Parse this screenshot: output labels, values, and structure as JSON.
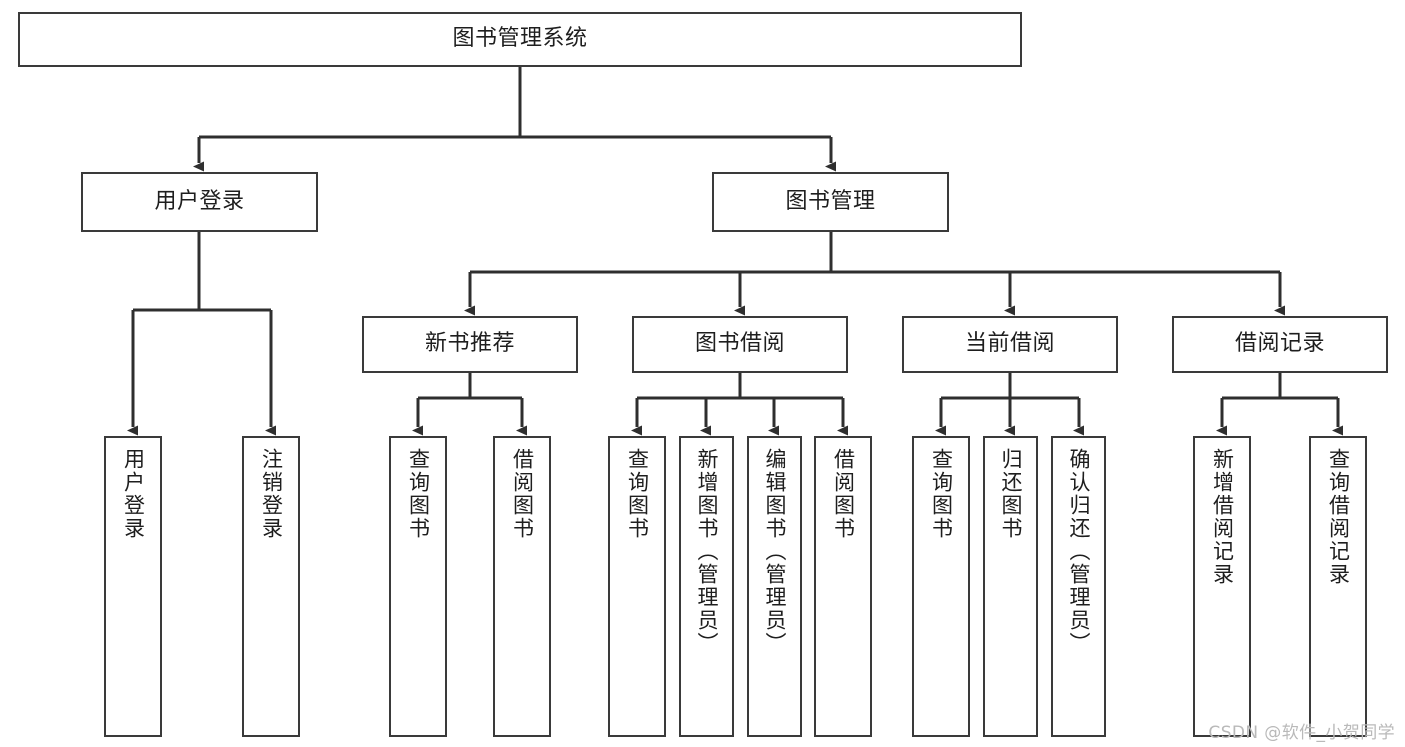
{
  "diagram": {
    "title": "图书管理系统",
    "type": "tree-hierarchy-chart",
    "watermark": "CSDN @软件_小贺同学",
    "colors": {
      "box_border": "#3a3a3a",
      "box_fill": "#ffffff",
      "edge": "#2f2f2f",
      "text": "#1e1e1e",
      "watermark": "#b9b9b9",
      "background": "#ffffff"
    },
    "root": {
      "label": "图书管理系统"
    },
    "level2": [
      {
        "label": "用户登录"
      },
      {
        "label": "图书管理"
      }
    ],
    "level3": [
      {
        "label": "新书推荐"
      },
      {
        "label": "图书借阅"
      },
      {
        "label": "当前借阅"
      },
      {
        "label": "借阅记录"
      }
    ],
    "leaves": {
      "user_login": [
        {
          "label": "用户登录"
        },
        {
          "label": "注销登录"
        }
      ],
      "new_book_recommend": [
        {
          "label": "查询图书"
        },
        {
          "label": "借阅图书"
        }
      ],
      "book_borrow": [
        {
          "label": "查询图书"
        },
        {
          "label": "新增图书（管理员）"
        },
        {
          "label": "编辑图书（管理员）"
        },
        {
          "label": "借阅图书"
        }
      ],
      "current_borrow": [
        {
          "label": "查询图书"
        },
        {
          "label": "归还图书"
        },
        {
          "label": "确认归还（管理员）"
        }
      ],
      "borrow_record": [
        {
          "label": "新增借阅记录"
        },
        {
          "label": "查询借阅记录"
        }
      ]
    }
  }
}
